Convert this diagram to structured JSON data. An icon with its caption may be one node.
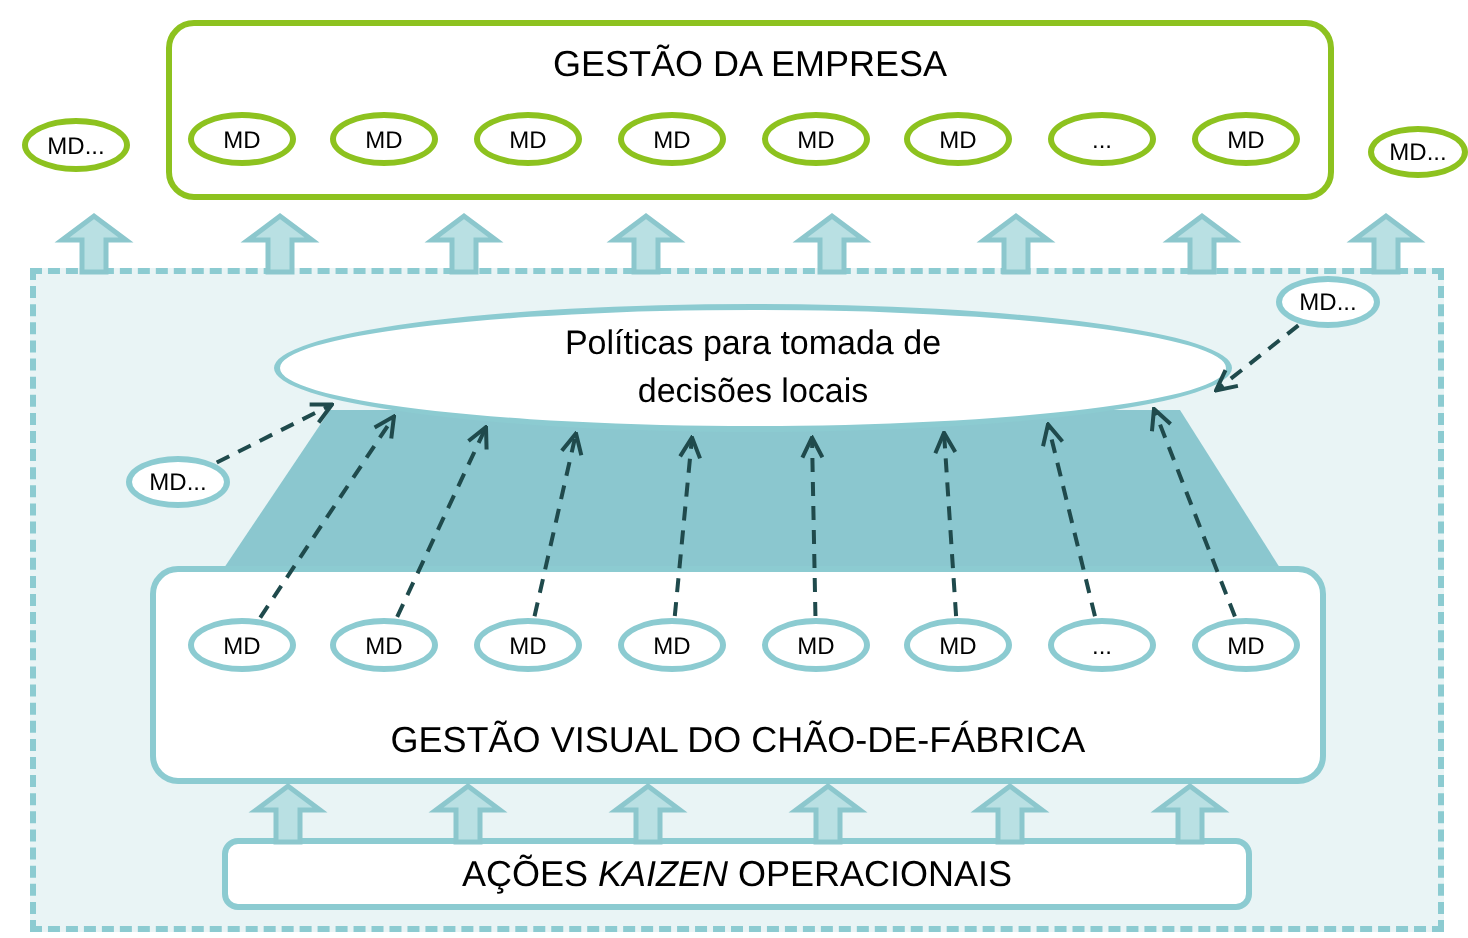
{
  "diagram": {
    "nodes": [
      {
        "text": [
          "GESTÃO DA EMPRESA"
        ]
      },
      {
        "text": [
          "MD"
        ],
        "in": 0
      },
      {
        "text": [
          "MD"
        ],
        "in": 0
      },
      {
        "text": [
          "MD"
        ],
        "in": 0
      },
      {
        "text": [
          "MD"
        ],
        "in": 0
      },
      {
        "text": [
          "MD"
        ],
        "in": 0
      },
      {
        "text": [
          "MD"
        ],
        "in": 0
      },
      {
        "text": [
          "..."
        ],
        "in": 0
      },
      {
        "text": [
          "MD"
        ],
        "in": 0
      },
      {
        "text": [
          "MD..."
        ]
      },
      {
        "text": [
          "MD..."
        ]
      },
      {
        "text": [],
        "shape": "box"
      },
      {
        "text": [
          "Políticas para tomada de decisões locais"
        ],
        "in": 11
      },
      {
        "text": [
          "MD..."
        ],
        "in": 11
      },
      {
        "text": [
          "MD..."
        ],
        "in": 11
      },
      {
        "text": [
          "GESTÃO VISUAL DO CHÃO-DE-FÁBRICA"
        ],
        "in": 11
      },
      {
        "text": [
          "MD"
        ],
        "in": 15
      },
      {
        "text": [
          "MD"
        ],
        "in": 15
      },
      {
        "text": [
          "MD"
        ],
        "in": 15
      },
      {
        "text": [
          "MD"
        ],
        "in": 15
      },
      {
        "text": [
          "MD"
        ],
        "in": 15
      },
      {
        "text": [
          "MD"
        ],
        "in": 15
      },
      {
        "text": [
          "..."
        ],
        "in": 15
      },
      {
        "text": [
          "MD"
        ],
        "in": 15
      },
      {
        "text": [
          "AÇÕES *KAIZEN* OPERACIONAIS"
        ],
        "in": 11
      }
    ],
    "edges": [
      {
        "from": 11,
        "to": 9,
        "arrow": "to",
        "style": "thick"
      },
      {
        "from": 11,
        "to": 0,
        "arrow": "to",
        "style": "thick"
      },
      {
        "from": 11,
        "to": 0,
        "arrow": "to",
        "style": "thick"
      },
      {
        "from": 11,
        "to": 0,
        "arrow": "to",
        "style": "thick"
      },
      {
        "from": 11,
        "to": 0,
        "arrow": "to",
        "style": "thick"
      },
      {
        "from": 11,
        "to": 0,
        "arrow": "to",
        "style": "thick"
      },
      {
        "from": 11,
        "to": 0,
        "arrow": "to",
        "style": "thick"
      },
      {
        "from": 11,
        "to": 10,
        "arrow": "to",
        "style": "thick"
      },
      {
        "from": 13,
        "to": 12,
        "arrow": "to",
        "style": "dashed",
        "color": "#1f4a4c"
      },
      {
        "from": 14,
        "to": 12,
        "arrow": "to",
        "style": "dashed",
        "color": "#1f4a4c"
      },
      {
        "from": 16,
        "to": 12,
        "arrow": "to",
        "style": "dashed",
        "color": "#1f4a4c"
      },
      {
        "from": 17,
        "to": 12,
        "arrow": "to",
        "style": "dashed",
        "color": "#1f4a4c"
      },
      {
        "from": 18,
        "to": 12,
        "arrow": "to",
        "style": "dashed",
        "color": "#1f4a4c"
      },
      {
        "from": 19,
        "to": 12,
        "arrow": "to",
        "style": "dashed",
        "color": "#1f4a4c"
      },
      {
        "from": 20,
        "to": 12,
        "arrow": "to",
        "style": "dashed",
        "color": "#1f4a4c"
      },
      {
        "from": 21,
        "to": 12,
        "arrow": "to",
        "style": "dashed",
        "color": "#1f4a4c"
      },
      {
        "from": 22,
        "to": 12,
        "arrow": "to",
        "style": "dashed",
        "color": "#1f4a4c"
      },
      {
        "from": 23,
        "to": 12,
        "arrow": "to",
        "style": "dashed",
        "color": "#1f4a4c"
      },
      {
        "from": 24,
        "to": 15,
        "arrow": "to",
        "style": "thick"
      },
      {
        "from": 24,
        "to": 15,
        "arrow": "to",
        "style": "thick"
      },
      {
        "from": 24,
        "to": 15,
        "arrow": "to",
        "style": "thick"
      },
      {
        "from": 24,
        "to": 15,
        "arrow": "to",
        "style": "thick"
      },
      {
        "from": 24,
        "to": 15,
        "arrow": "to",
        "style": "thick"
      },
      {
        "from": 24,
        "to": 15,
        "arrow": "to",
        "style": "thick"
      }
    ]
  }
}
